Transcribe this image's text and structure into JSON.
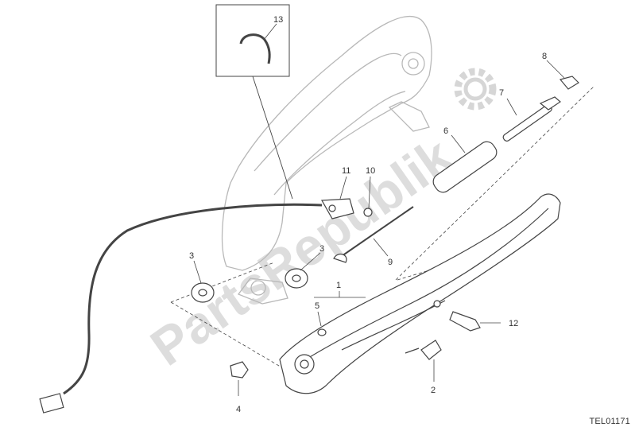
{
  "diagram": {
    "callouts": [
      {
        "id": "1",
        "label": "1"
      },
      {
        "id": "2",
        "label": "2"
      },
      {
        "id": "3a",
        "label": "3"
      },
      {
        "id": "3b",
        "label": "3"
      },
      {
        "id": "4",
        "label": "4"
      },
      {
        "id": "5",
        "label": "5"
      },
      {
        "id": "6",
        "label": "6"
      },
      {
        "id": "7",
        "label": "7"
      },
      {
        "id": "8",
        "label": "8"
      },
      {
        "id": "9",
        "label": "9"
      },
      {
        "id": "10",
        "label": "10"
      },
      {
        "id": "11",
        "label": "11"
      },
      {
        "id": "12",
        "label": "12"
      },
      {
        "id": "13",
        "label": "13"
      }
    ],
    "reference_code": "TEL01171",
    "watermark": "PartsRepublik",
    "colors": {
      "line": "#444444",
      "frame": "#b8b8b8",
      "watermark": "#d8d8d8"
    }
  }
}
